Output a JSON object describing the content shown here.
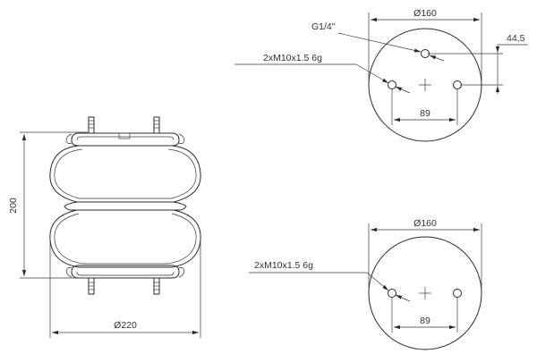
{
  "side_view": {
    "height_label": "200",
    "diameter_label": "Ø220"
  },
  "top_plate": {
    "diameter_label": "Ø160",
    "port_label": "G1/4\"",
    "stud_label": "2xM10x1.5 6g",
    "offset_label": "44,5",
    "spacing_label": "89"
  },
  "bottom_plate": {
    "diameter_label": "Ø160",
    "stud_label": "2xM10x1.5 6g",
    "spacing_label": "89"
  }
}
